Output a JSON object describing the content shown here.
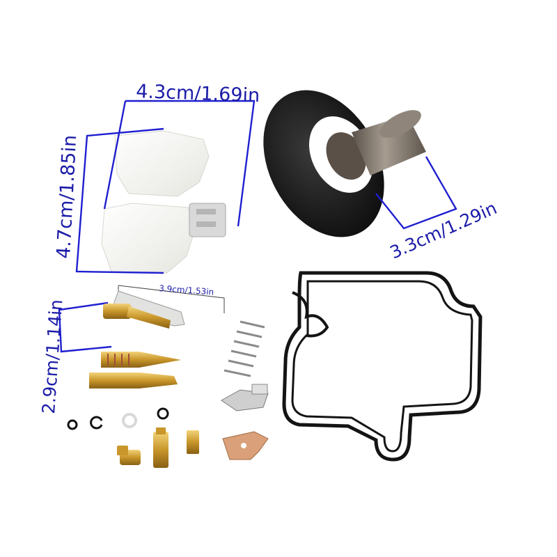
{
  "dimensions": {
    "float_width": "4.3cm/1.69in",
    "float_height": "4.7cm/1.85in",
    "diaphragm_size": "3.3cm/1.29in",
    "needle_length": "3.9cm/1.53in",
    "jet_height": "2.9cm/1.14in"
  },
  "colors": {
    "dimension_lines": "#1f1fd0",
    "dimension_text": "#1c1ca8",
    "brass": "#d4a93a",
    "gasket": "#1a1a1a",
    "float": "#f2f2ef"
  }
}
